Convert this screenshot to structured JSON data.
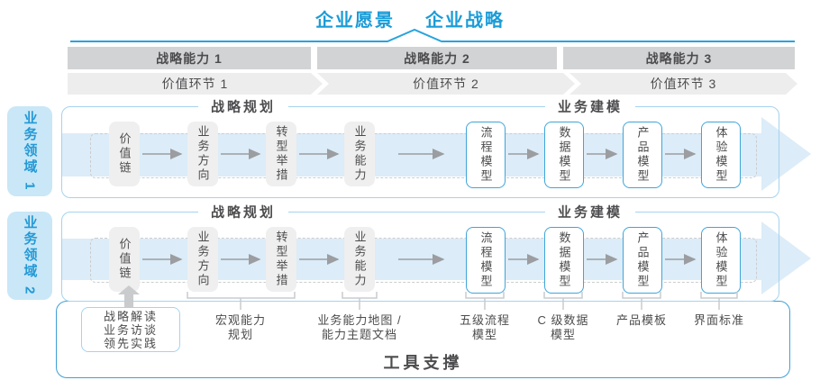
{
  "header": {
    "vision": "企业愿景",
    "strategy": "企业战略"
  },
  "strategy_capabilities": [
    "战略能力 1",
    "战略能力 2",
    "战略能力 3"
  ],
  "value_links": [
    "价值环节 1",
    "价值环节 2",
    "价值环节 3"
  ],
  "domains": [
    "业务领域 1",
    "业务领域 2"
  ],
  "panel_headers": {
    "planning": "战略规划",
    "modeling": "业务建模"
  },
  "flow_boxes": {
    "gray": [
      "价值链",
      "业务方向",
      "转型举措",
      "业务能力"
    ],
    "blue": [
      "流程模型",
      "数据模型",
      "产品模型",
      "体验模型"
    ]
  },
  "annotations": [
    {
      "lines": [
        "战略解读",
        "业务访谈",
        "领先实践"
      ]
    },
    {
      "lines": [
        "宏观能力",
        "规划"
      ]
    },
    {
      "lines": [
        "业务能力地图 /",
        "能力主题文档"
      ]
    },
    {
      "lines": [
        "五级流程",
        "模型"
      ]
    },
    {
      "lines": [
        "C 级数据",
        "模型"
      ]
    },
    {
      "lines": [
        "产品模板"
      ]
    },
    {
      "lines": [
        "界面标准"
      ]
    }
  ],
  "tool_support": {
    "title": "工具支撑"
  },
  "colors": {
    "accent_blue": "#1a9cd8",
    "line_blue": "#29a3dd",
    "panel_border": "#a5d3ee",
    "tool_border": "#3f9fd6",
    "box_border_blue": "#3fa5d9",
    "bar_gray": "#d2d3d4",
    "value_bar_gray": "#ededee",
    "box_gray": "#efefef",
    "big_arrow_blue": "#dcecf8",
    "domain_label_bg": "#c9e7f7",
    "dark_text": "#4d4d4f"
  }
}
